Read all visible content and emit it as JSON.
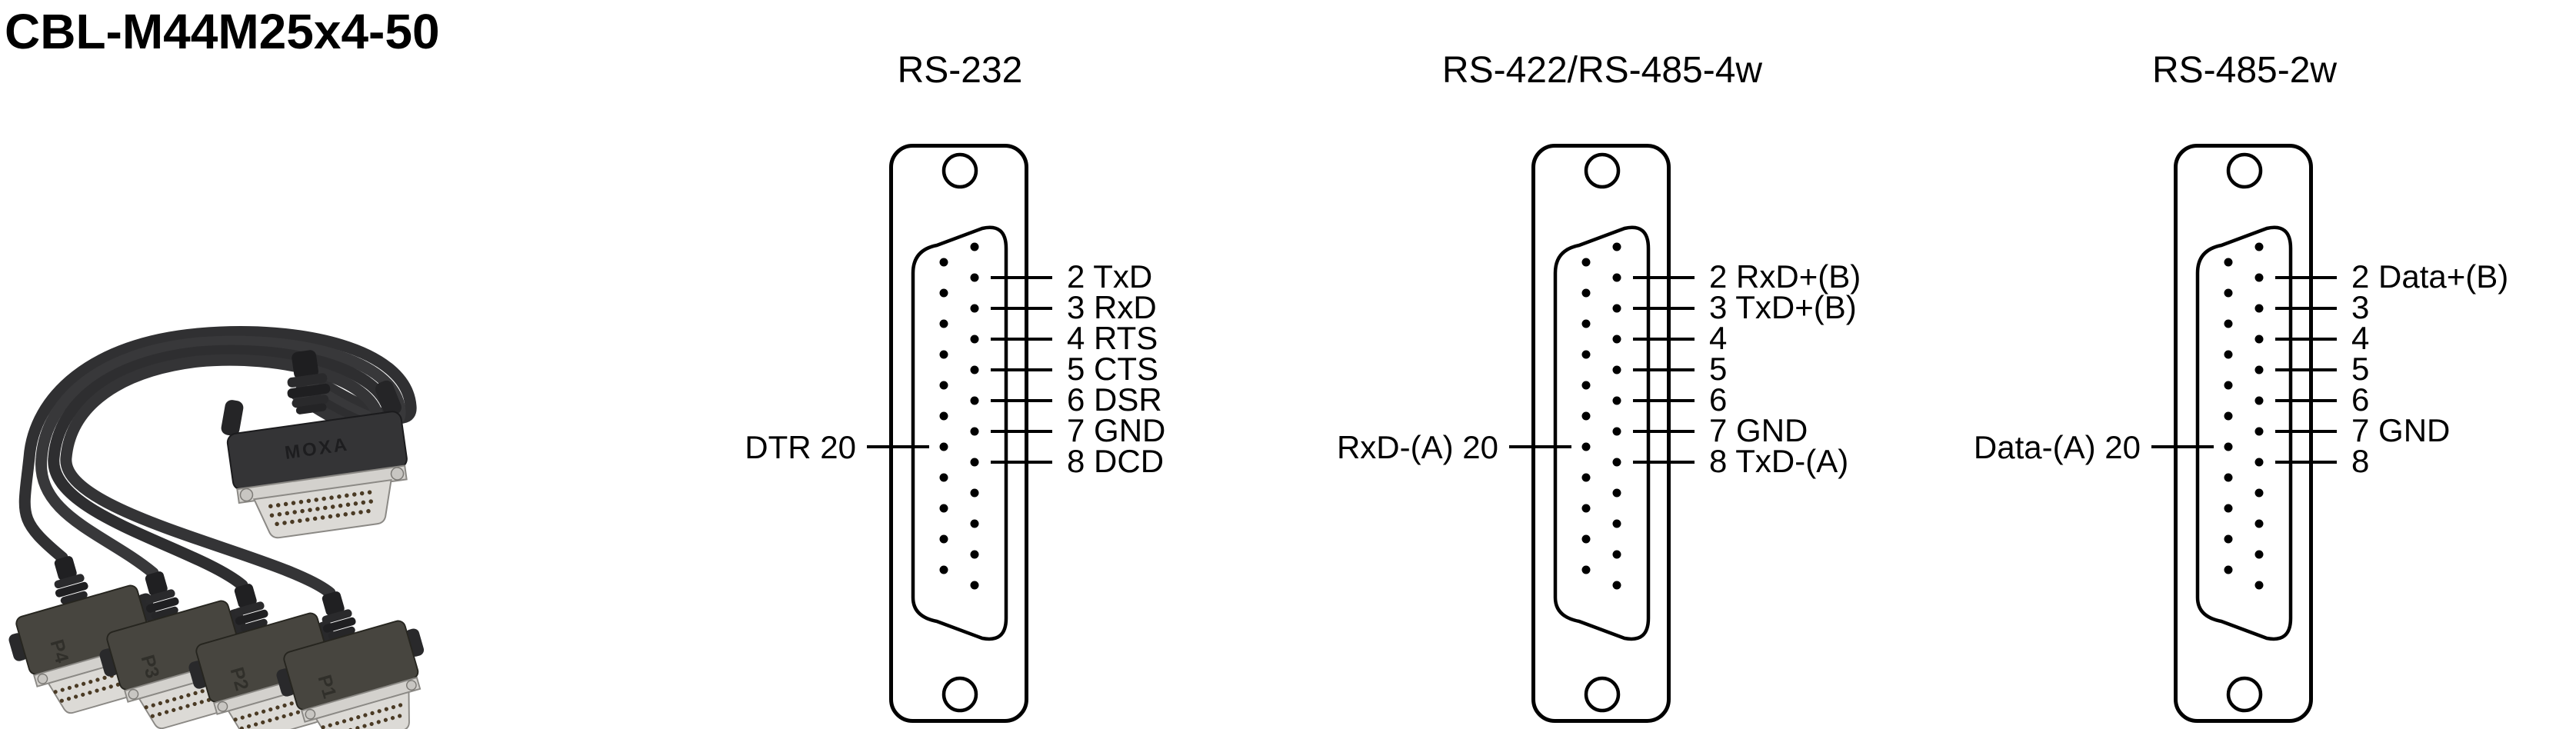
{
  "page": {
    "title": "CBL-M44M25x4-50"
  },
  "photo": {
    "description": "Photo of one DB44 male connector fanning out through four round black cables to four DB25 male connectors",
    "brand_marking": "MOXA",
    "port_labels": [
      "P4",
      "P3",
      "P2",
      "P1"
    ],
    "colors": {
      "cable": "#343436",
      "housing": "#47453f",
      "metal_shell": "#dcdad6",
      "pins": "#4a3a24"
    }
  },
  "diagram": {
    "line_color": "#000000",
    "connector_type": "DB25 female face view, 25 pin positions",
    "connectors": [
      {
        "title": "RS-232",
        "left_label": "DTR 20",
        "right_labels": [
          "2 TxD",
          "3 RxD",
          "4 RTS",
          "5 CTS",
          "6 DSR",
          "7 GND",
          "8 DCD"
        ]
      },
      {
        "title": "RS-422/RS-485-4w",
        "left_label": "RxD-(A) 20",
        "right_labels": [
          "2 RxD+(B)",
          "3 TxD+(B)",
          "4",
          "5",
          "6",
          "7 GND",
          "8 TxD-(A)"
        ]
      },
      {
        "title": "RS-485-2w",
        "left_label": "Data-(A) 20",
        "right_labels": [
          "2 Data+(B)",
          "3",
          "4",
          "5",
          "6",
          "7 GND",
          "8"
        ]
      }
    ]
  }
}
